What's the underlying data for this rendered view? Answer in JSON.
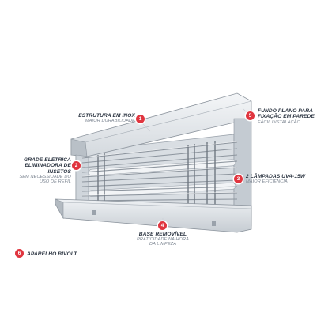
{
  "callouts": [
    {
      "number": "1",
      "title": "ESTRUTURA EM INOX",
      "subtitle": "MAIOR DURABILIDADE"
    },
    {
      "number": "2",
      "title_lines": [
        "GRADE ELÉTRICA",
        "ELIMINADORA DE INSETOS"
      ],
      "subtitle_lines": [
        "SEM NECESSIDADE DO",
        "USO DE REFIL"
      ]
    },
    {
      "number": "3",
      "title": "2 LÂMPADAS UVA-15W",
      "subtitle": "MAIOR EFICIÊNCIA"
    },
    {
      "number": "4",
      "title": "BASE REMOVÍVEL",
      "subtitle_lines": [
        "PRATICIDADE NA HORA",
        "DA LIMPEZA"
      ]
    },
    {
      "number": "5",
      "title_lines": [
        "FUNDO PLANO PARA",
        "FIXAÇÃO EM PAREDE"
      ],
      "subtitle": "FÁCIL INSTALAÇÃO"
    },
    {
      "number": "6",
      "title": "APARELHO BIVOLT"
    }
  ],
  "colors": {
    "badge": "#e0353f",
    "title": "#2a3340",
    "subtitle": "#7c8591",
    "steel": "#c9ced4"
  }
}
